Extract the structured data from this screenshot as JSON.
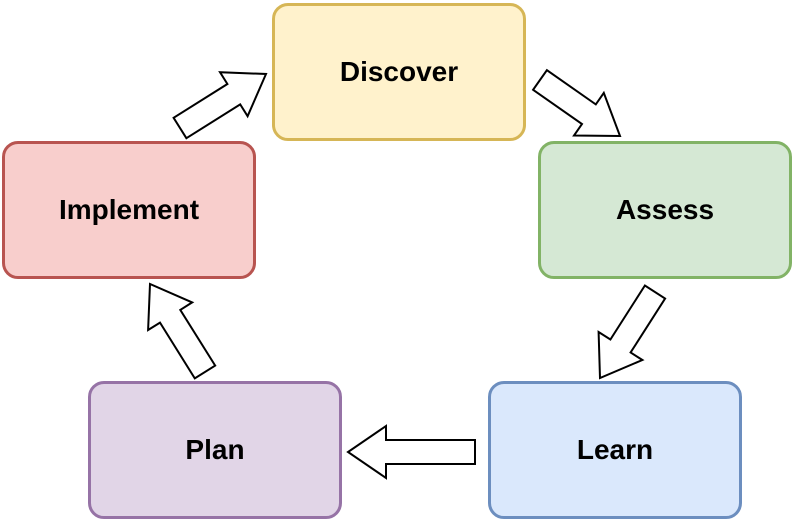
{
  "diagram": {
    "type": "cycle",
    "nodes": [
      {
        "id": "discover",
        "label": "Discover",
        "fill": "#fff2cc",
        "stroke": "#d6b656"
      },
      {
        "id": "assess",
        "label": "Assess",
        "fill": "#d5e8d4",
        "stroke": "#82b366"
      },
      {
        "id": "learn",
        "label": "Learn",
        "fill": "#dae8fc",
        "stroke": "#6c8ebf"
      },
      {
        "id": "plan",
        "label": "Plan",
        "fill": "#e1d5e7",
        "stroke": "#9673a6"
      },
      {
        "id": "implement",
        "label": "Implement",
        "fill": "#f8cecc",
        "stroke": "#b85450"
      }
    ],
    "edges": [
      {
        "from": "discover",
        "to": "assess"
      },
      {
        "from": "assess",
        "to": "learn"
      },
      {
        "from": "learn",
        "to": "plan"
      },
      {
        "from": "plan",
        "to": "implement"
      },
      {
        "from": "implement",
        "to": "discover"
      }
    ],
    "arrow_style": {
      "fill": "#ffffff",
      "stroke": "#000000"
    }
  }
}
